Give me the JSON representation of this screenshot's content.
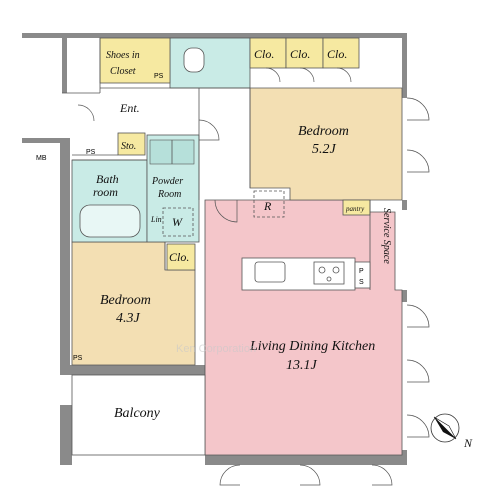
{
  "plan": {
    "rooms": {
      "shoes_in_closet": [
        "Shoes in",
        "Closet"
      ],
      "clo_1": "Clo.",
      "clo_2": "Clo.",
      "clo_3": "Clo.",
      "bedroom_1": {
        "name": "Bedroom",
        "size": "5.2J"
      },
      "ent": "Ent.",
      "sto": "Sto.",
      "bath": [
        "Bath",
        "room"
      ],
      "powder": [
        "Powder",
        "Room"
      ],
      "lin": "Lin",
      "w": "W",
      "r": "R",
      "pantry": "pantry",
      "service_space": "Service Space",
      "clo_4": "Clo.",
      "bedroom_2": {
        "name": "Bedroom",
        "size": "4.3J"
      },
      "ldk": {
        "name": "Living Dining Kitchen",
        "size": "13.1J"
      },
      "balcony": "Balcony"
    },
    "marks": {
      "mb": "MB",
      "ps_1": "PS",
      "ps_2": "PS",
      "ps_3": "PS",
      "ps_4": [
        "P",
        "S"
      ]
    },
    "compass": "N",
    "watermark": "Ken Corporation",
    "colors": {
      "wall": "#8a8a8a",
      "ldk": "#f4c6ca",
      "bedroom": "#f3dfb3",
      "bath": "#c9ebe6",
      "closet": "#f6e9a1",
      "floor": "#ffffff"
    }
  }
}
